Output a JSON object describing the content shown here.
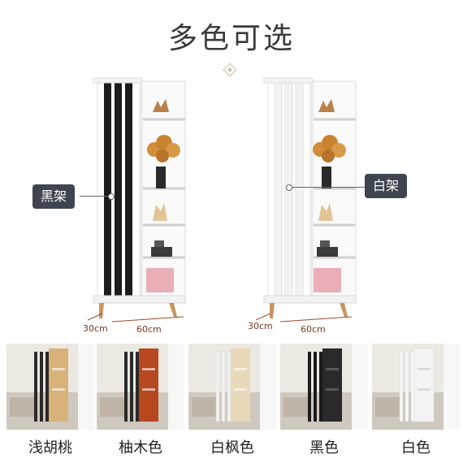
{
  "title": "多色可选",
  "labels": {
    "black": "黑架",
    "white": "白架"
  },
  "dimensions": {
    "depth": "30cm",
    "width": "60cm"
  },
  "colors": {
    "black_bar": "#1c1c1c",
    "white_frame": "#f6f6f6",
    "tag_bg": "#3e4450",
    "leg": "#c89560",
    "pink_box": "#e9aeb6"
  },
  "variants": [
    {
      "label": "浅胡桃",
      "frame": "#d8b278",
      "bars": "#2a2a2a"
    },
    {
      "label": "柚木色",
      "frame": "#b5481e",
      "bars": "#2a2a2a"
    },
    {
      "label": "白枫色",
      "frame": "#e8d9b8",
      "bars": "#f2f2f2"
    },
    {
      "label": "黑色",
      "frame": "#2a2a2a",
      "bars": "#1b1b1b"
    },
    {
      "label": "白色",
      "frame": "#f4f4f4",
      "bars": "#f7f7f7"
    }
  ]
}
